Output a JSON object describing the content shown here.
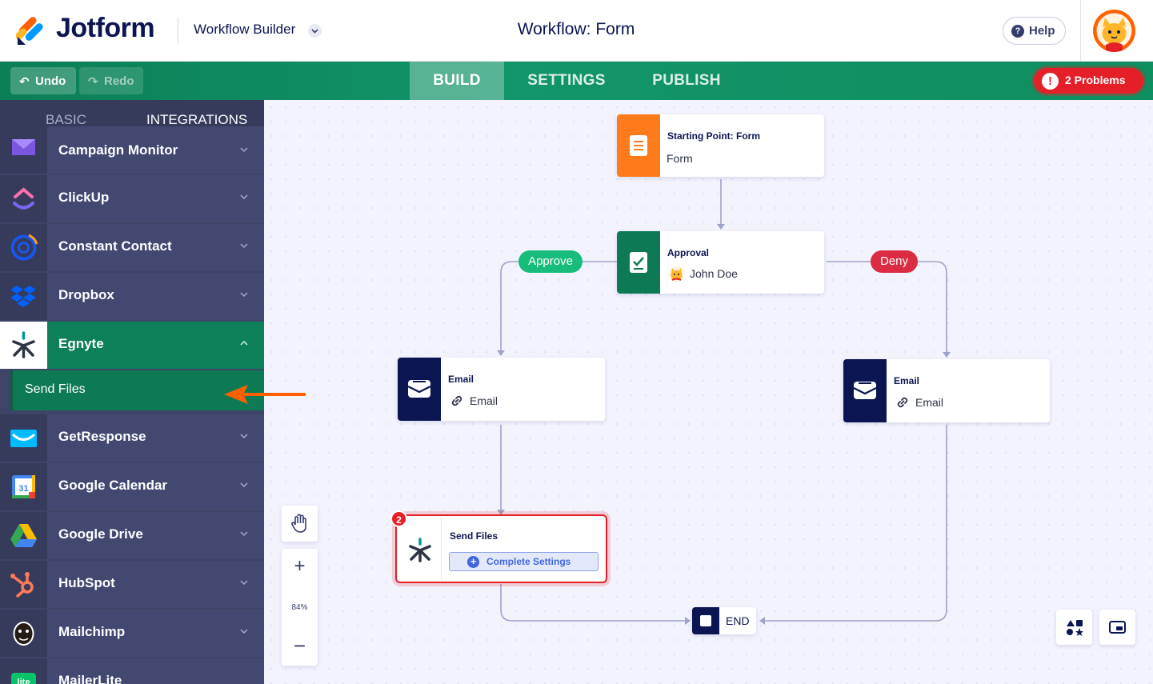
{
  "header": {
    "logo_text": "Jotform",
    "app_switcher_label": "Workflow Builder",
    "workflow_title": "Workflow: Form",
    "help_label": "Help"
  },
  "toolbar": {
    "undo_label": "Undo",
    "redo_label": "Redo",
    "tabs": [
      "BUILD",
      "SETTINGS",
      "PUBLISH"
    ],
    "active_tab": "BUILD",
    "problems_label": "2 Problems"
  },
  "sidebar": {
    "tabs": [
      "BASIC",
      "INTEGRATIONS"
    ],
    "active_tab": "INTEGRATIONS",
    "items": [
      {
        "label": "Campaign Monitor",
        "icon": "campaign-monitor-icon"
      },
      {
        "label": "ClickUp",
        "icon": "clickup-icon"
      },
      {
        "label": "Constant Contact",
        "icon": "constant-contact-icon"
      },
      {
        "label": "Dropbox",
        "icon": "dropbox-icon"
      },
      {
        "label": "Egnyte",
        "icon": "egnyte-icon",
        "expanded": true
      },
      {
        "label": "GetResponse",
        "icon": "getresponse-icon"
      },
      {
        "label": "Google Calendar",
        "icon": "google-calendar-icon",
        "icon_text": "31"
      },
      {
        "label": "Google Drive",
        "icon": "google-drive-icon"
      },
      {
        "label": "HubSpot",
        "icon": "hubspot-icon"
      },
      {
        "label": "Mailchimp",
        "icon": "mailchimp-icon"
      },
      {
        "label": "MailerLite",
        "icon": "mailerlite-icon",
        "icon_text": "lite"
      }
    ],
    "subitem_label": "Send Files"
  },
  "canvas": {
    "nodes": {
      "start": {
        "title": "Starting Point: Form",
        "subtitle": "Form",
        "color": "#ff7b1c"
      },
      "approval": {
        "title": "Approval",
        "subtitle": "John Doe",
        "color": "#0d7a55"
      },
      "email_left": {
        "title": "Email",
        "subtitle": "Email",
        "color": "#0a1551"
      },
      "email_right": {
        "title": "Email",
        "subtitle": "Email",
        "color": "#0a1551"
      },
      "send_files": {
        "title": "Send Files",
        "action_label": "Complete Settings",
        "badge": "2"
      },
      "end": {
        "label": "END"
      }
    },
    "branches": {
      "approve": {
        "label": "Approve",
        "color": "#18bd7b"
      },
      "deny": {
        "label": "Deny",
        "color": "#dc2c43"
      }
    },
    "zoom_level": "84%"
  },
  "colors": {
    "brand_green": "#0c8a5f",
    "sidebar_bg": "#3e4466",
    "error_red": "#e51f27",
    "canvas_bg": "#f3f3fe",
    "pointer_orange": "#ff6100"
  }
}
